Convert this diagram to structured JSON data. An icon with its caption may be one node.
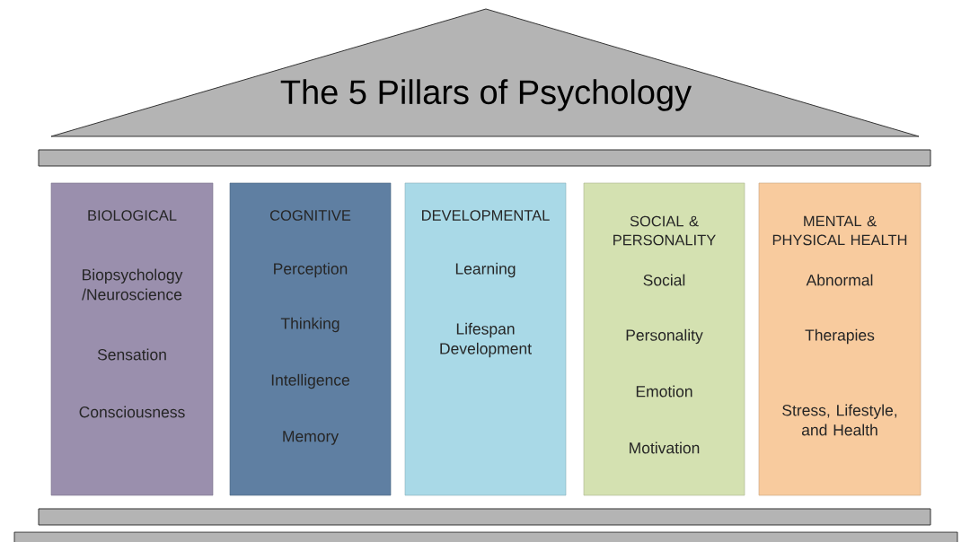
{
  "diagram": {
    "nodes": [
      {
        "text": [
          "The 5 Pillars of Psychology"
        ]
      },
      {
        "text": [],
        "shape": "bar"
      },
      {
        "text": [
          "BIOLOGICAL",
          "Biopsychology /Neuroscience",
          "Sensation",
          "Consciousness"
        ]
      },
      {
        "text": [
          "COGNITIVE",
          "Perception",
          "Thinking",
          "Intelligence",
          "Memory"
        ]
      },
      {
        "text": [
          "DEVELOPMENTAL",
          "Learning",
          "Lifespan Development"
        ]
      },
      {
        "text": [
          "SOCIAL & PERSONALITY",
          "Social",
          "Personality",
          "Emotion",
          "Motivation"
        ]
      },
      {
        "text": [
          "MENTAL & PHYSICAL HEALTH",
          "Abnormal",
          "Therapies",
          "Stress, Lifestyle, and Health"
        ]
      },
      {
        "text": [],
        "shape": "bar"
      },
      {
        "text": [],
        "shape": "bar"
      }
    ]
  }
}
